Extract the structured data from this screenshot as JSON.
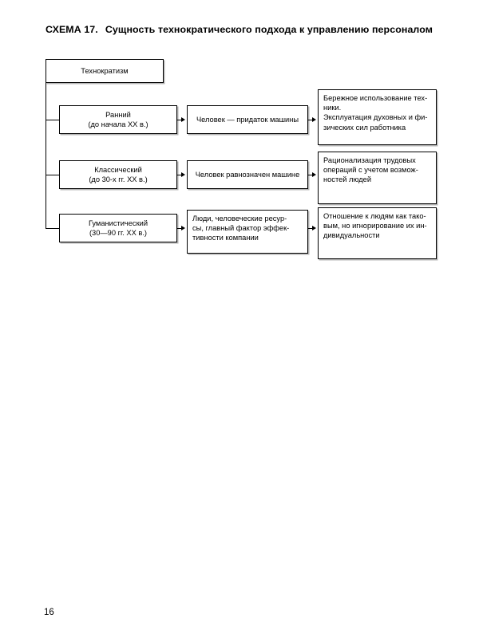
{
  "document": {
    "title_label": "СХЕМА 17.",
    "title_text": "Сущность технократического подхода к управлению персоналом",
    "page_number": "16"
  },
  "diagram": {
    "root": {
      "label": "Технократизм"
    },
    "rows": [
      {
        "stage_line1": "Ранний",
        "stage_line2": "(до начала XX в.)",
        "concept": "Человек — придаток машины",
        "outcome_line1": "Бережное использование тех-",
        "outcome_line2": "ники.",
        "outcome_line3": "Эксплуатация духовных и фи-",
        "outcome_line4": "зических сил работника"
      },
      {
        "stage_line1": "Классический",
        "stage_line2": "(до 30-х гг. XX в.)",
        "concept": "Человек равнозначен машине",
        "outcome_line1": "Рационализация   трудовых",
        "outcome_line2": "операций с учетом возмож-",
        "outcome_line3": "ностей людей",
        "outcome_line4": ""
      },
      {
        "stage_line1": "Гуманистический",
        "stage_line2": "(30—90 гг. XX в.)",
        "concept_line1": "Люди, человеческие ресур-",
        "concept_line2": "сы, главный фактор эффек-",
        "concept_line3": "тивности компании",
        "outcome_line1": "Отношение к людям как тако-",
        "outcome_line2": "вым, но игнорирование их ин-",
        "outcome_line3": "дивидуальности",
        "outcome_line4": ""
      }
    ]
  }
}
